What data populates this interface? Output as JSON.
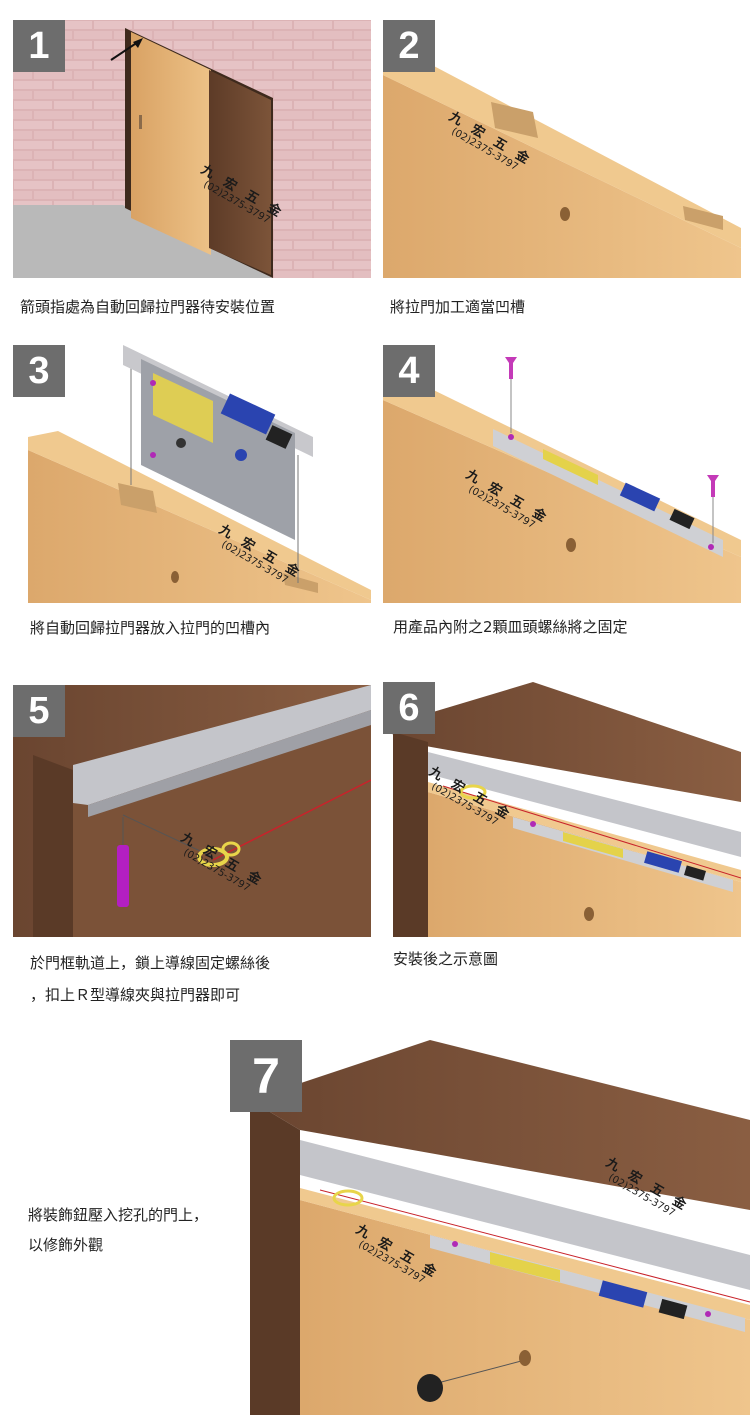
{
  "watermark": {
    "name": "九 宏 五 金",
    "phone": "(02)2375-3797"
  },
  "steps": [
    {
      "number": "1",
      "caption": "箭頭指處為自動回歸拉門器待安裝位置"
    },
    {
      "number": "2",
      "caption": "將拉門加工適當凹槽"
    },
    {
      "number": "3",
      "caption": "將自動回歸拉門器放入拉門的凹槽內"
    },
    {
      "number": "4",
      "caption": "用產品內附之2顆皿頭螺絲將之固定"
    },
    {
      "number": "5",
      "caption_line1": "於門框軌道上，鎖上導線固定螺絲後",
      "caption_line2": "，扣上Ｒ型導線夾與拉門器即可"
    },
    {
      "number": "6",
      "caption": "安裝後之示意圖"
    },
    {
      "number": "7",
      "caption_line1": "將裝飾鈕壓入挖孔的門上，",
      "caption_line2": "以修飾外觀"
    }
  ],
  "colors": {
    "badge": "#6d6d6d",
    "brick": "#ddb6b8",
    "light_wood": "#e3b072",
    "dark_wood": "#6e4a33",
    "rail": "#b9b9bf",
    "accent_purple": "#b02ab6",
    "accent_yellow": "#ead94a"
  }
}
